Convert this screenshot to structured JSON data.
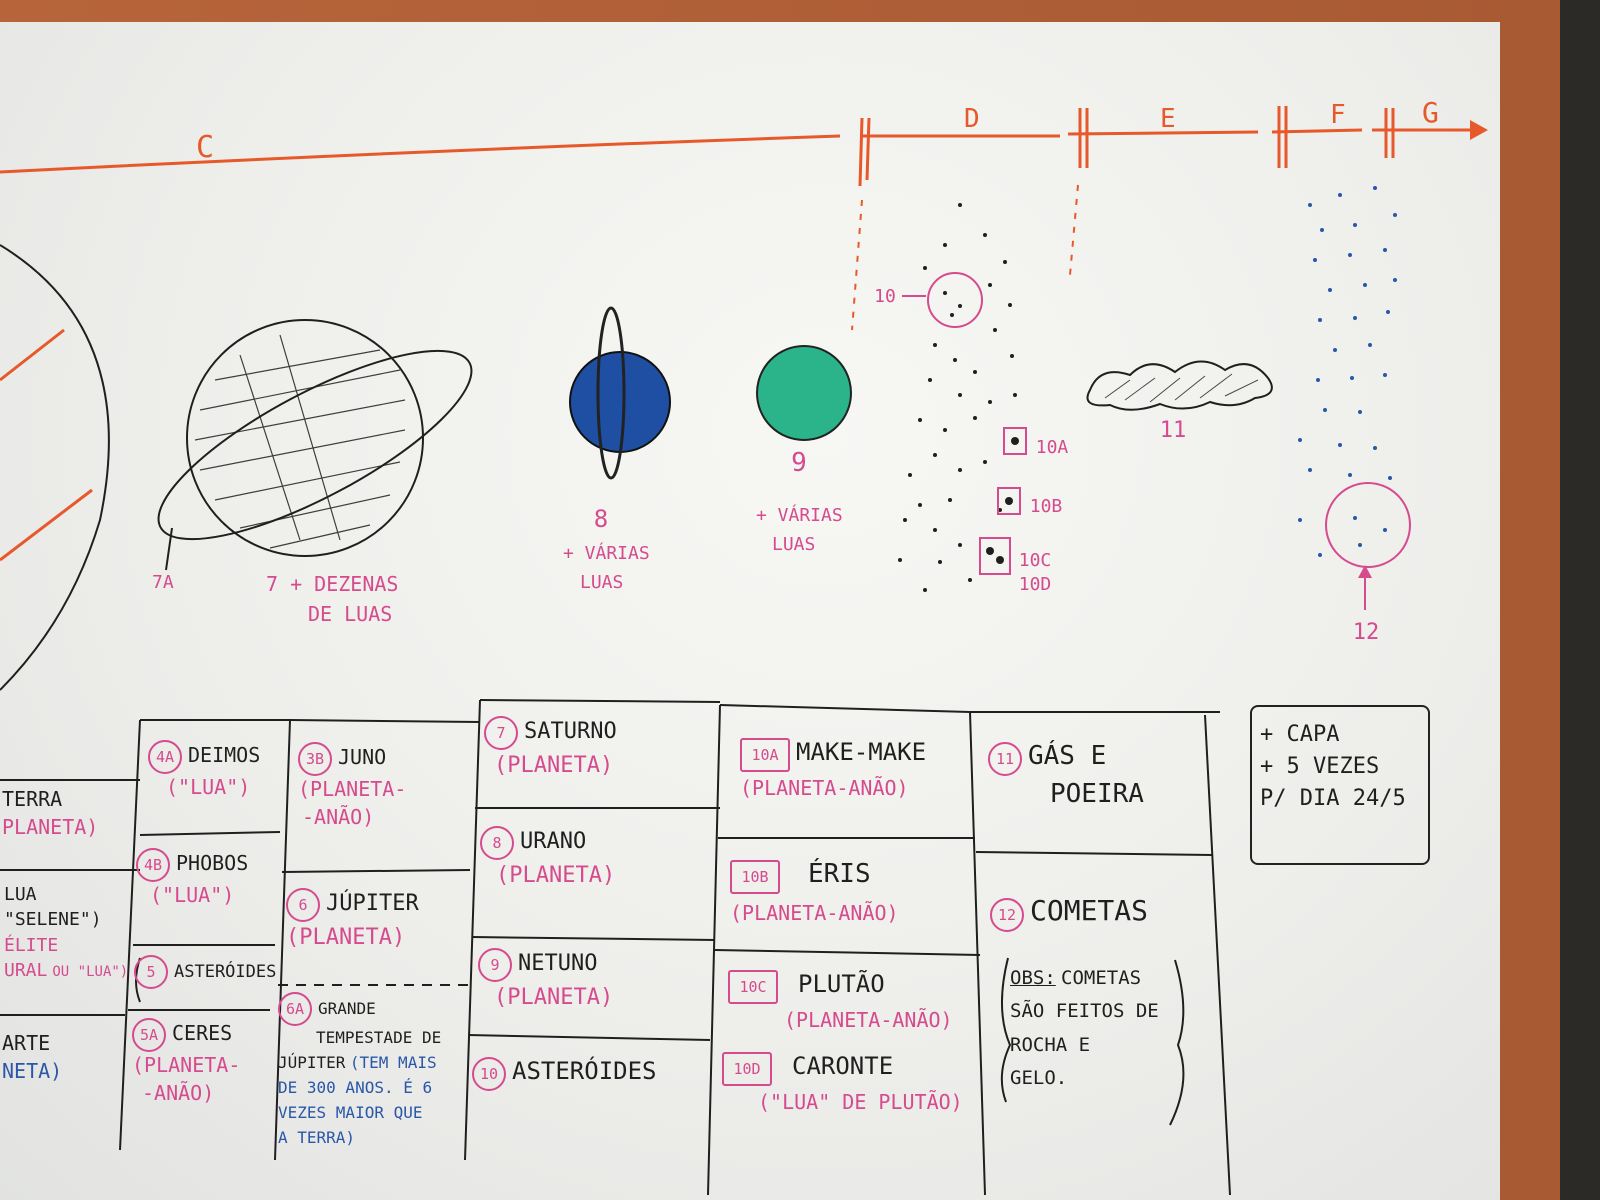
{
  "timeline": {
    "segments": [
      "C",
      "D",
      "E",
      "F",
      "G"
    ]
  },
  "drawings": {
    "saturn_ring_label": "7A",
    "saturn_label": "7 + DEZENAS",
    "saturn_label2": "DE LUAS",
    "uranus_number": "8",
    "uranus_note1": "+ VÁRIAS",
    "uranus_note2": "LUAS",
    "neptune_number": "9",
    "neptune_note1": "+ VÁRIAS",
    "neptune_note2": "LUAS",
    "belt_label": "10",
    "dwarf_10a": "10A",
    "dwarf_10b": "10B",
    "dwarf_10c": "10C",
    "dwarf_10d": "10D",
    "gas_label": "11",
    "comet_label": "12"
  },
  "colors": {
    "timeline": "#e7592a",
    "pink_marker": "#d64a8e",
    "blue_marker": "#2a57a8",
    "uranus": "#1f4fa3",
    "neptune": "#2bb389",
    "board": "#f2f2ef",
    "frame": "#a85a33"
  },
  "table": {
    "col1": {
      "terra_name": "TERRA",
      "terra_type": "PLANETA)",
      "lua_name": "LUA",
      "lua_alt": "\"SELENE\")",
      "lua_note1": "ÉLITE",
      "lua_note2": "URAL",
      "lua_note3": "OU \"LUA\")",
      "marte_name": "ARTE",
      "marte_type": "NETA)"
    },
    "col2": {
      "deimos_badge": "4A",
      "deimos_name": "DEIMOS",
      "deimos_type": "(\"LUA\")",
      "phobos_badge": "4B",
      "phobos_name": "PHOBOS",
      "phobos_type": "(\"LUA\")",
      "asteroids_badge": "5",
      "asteroids_name": "ASTERÓIDES",
      "ceres_badge": "5A",
      "ceres_name": "CERES",
      "ceres_type1": "(PLANETA-",
      "ceres_type2": "-ANÃO)"
    },
    "col3": {
      "juno_badge": "3B",
      "juno_name": "JUNO",
      "juno_type1": "(PLANETA-",
      "juno_type2": "-ANÃO)",
      "jupiter_badge": "6",
      "jupiter_name": "JÚPITER",
      "jupiter_type": "(PLANETA)",
      "storm_badge": "6A",
      "storm_name1": "GRANDE",
      "storm_name2": "TEMPESTADE DE",
      "storm_name3": "JÚPITER",
      "storm_note1": "(TEM MAIS",
      "storm_note2": "DE 300 ANOS. É 6",
      "storm_note3": "VEZES MAIOR QUE",
      "storm_note4": "A TERRA)"
    },
    "col4": {
      "saturn_badge": "7",
      "saturn_name": "SATURNO",
      "saturn_type": "(PLANETA)",
      "uranus_badge": "8",
      "uranus_name": "URANO",
      "uranus_type": "(PLANETA)",
      "neptune_badge": "9",
      "neptune_name": "NETUNO",
      "neptune_type": "(PLANETA)",
      "belt_badge": "10",
      "belt_name": "ASTERÓIDES"
    },
    "col5": {
      "makemake_badge": "10A",
      "makemake_name": "MAKE-MAKE",
      "makemake_type": "(PLANETA-ANÃO)",
      "eris_badge": "10B",
      "eris_name": "ÉRIS",
      "eris_type": "(PLANETA-ANÃO)",
      "pluto_badge": "10C",
      "pluto_name": "PLUTÃO",
      "pluto_type": "(PLANETA-ANÃO)",
      "charon_badge": "10D",
      "charon_name": "CARONTE",
      "charon_type": "(\"LUA\" DE PLUTÃO)"
    },
    "col6": {
      "gas_badge": "11",
      "gas_name1": "GÁS E",
      "gas_name2": "POEIRA",
      "comets_badge": "12",
      "comets_name": "COMETAS",
      "obs_label": "OBS:",
      "obs1": "COMETAS",
      "obs2": "SÃO FEITOS DE",
      "obs3": "ROCHA E",
      "obs4": "GELO."
    }
  },
  "note": {
    "line1": "+ CAPA",
    "line2": "+ 5 VEZES",
    "line3": "P/ DIA 24/5"
  }
}
